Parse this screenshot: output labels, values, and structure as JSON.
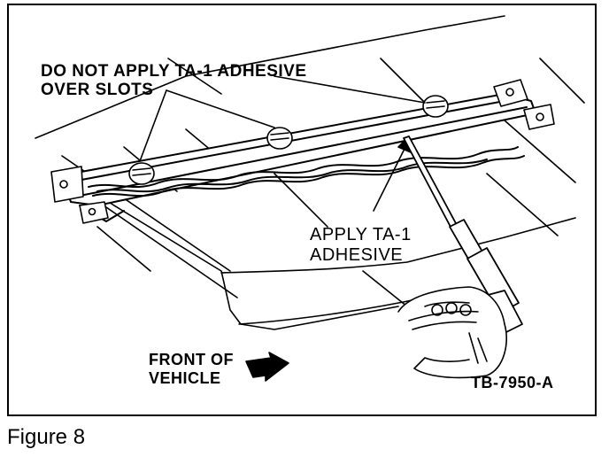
{
  "labels": {
    "do_not_apply": "DO NOT APPLY TA-1 ADHESIVE\nOVER SLOTS",
    "apply": "APPLY TA-1\nADHESIVE",
    "front_of_vehicle": "FRONT OF\nVEHICLE",
    "figure_code": "TB-7950-A"
  },
  "caption": "Figure 8"
}
